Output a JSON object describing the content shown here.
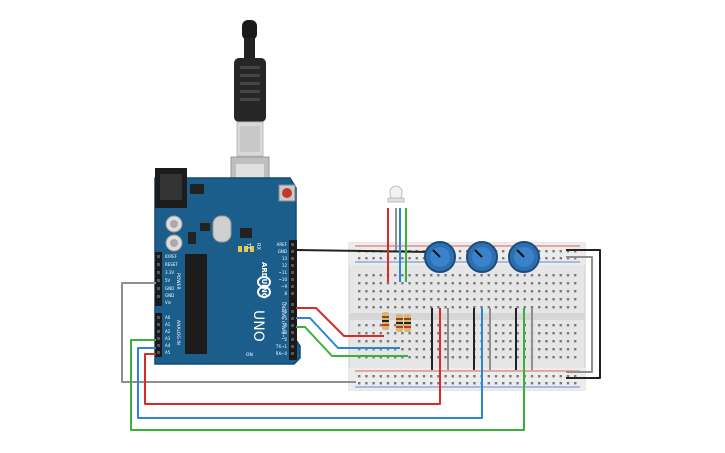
{
  "board": {
    "logo_text": "ARDUINO",
    "model": "UNO",
    "power_header_label": "POWER",
    "analog_header_label": "ANALOG IN",
    "digital_header_label": "DIGITAL (PWM~)",
    "power_pins": [
      "IOREF",
      "RESET",
      "3.3V",
      "5V",
      "GND",
      "GND",
      "Vin"
    ],
    "analog_pins": [
      "A0",
      "A1",
      "A2",
      "A3",
      "A4",
      "A5"
    ],
    "digital_pins_top": [
      "AREF",
      "GND",
      "13",
      "12",
      "~11",
      "~10",
      "~9",
      "8"
    ],
    "digital_pins_bottom": [
      "7",
      "~6",
      "~5",
      "4",
      "~3",
      "2",
      "TX→1",
      "RX←0"
    ],
    "led_labels": [
      "TX",
      "RX",
      "L"
    ],
    "on_label": "ON"
  },
  "usb_cable": {
    "icon": "usb-plug-icon"
  },
  "components": {
    "rgb_led": "rgb-led-icon",
    "resistors": [
      "resistor-red",
      "resistor-blue",
      "resistor-green"
    ],
    "potentiometers": [
      "potentiometer-1",
      "potentiometer-2",
      "potentiometer-3"
    ]
  },
  "wire_colors": {
    "red": "#d62b2b",
    "blue": "#2a86d6",
    "green": "#3cae3c",
    "black": "#222222",
    "gray": "#8f8f8f"
  },
  "colors": {
    "board_blue": "#1b5e8c",
    "board_dark": "#134a70",
    "breadboard": "#e6e6e6",
    "knob_blue": "#2d6fb0"
  }
}
